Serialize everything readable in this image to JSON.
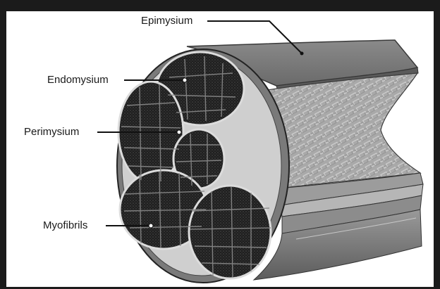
{
  "diagram": {
    "labels": {
      "epimysium": "Epimysium",
      "endomysium": "Endomysium",
      "perimysium": "Perimysium",
      "myofibrils": "Myofibrils"
    }
  }
}
